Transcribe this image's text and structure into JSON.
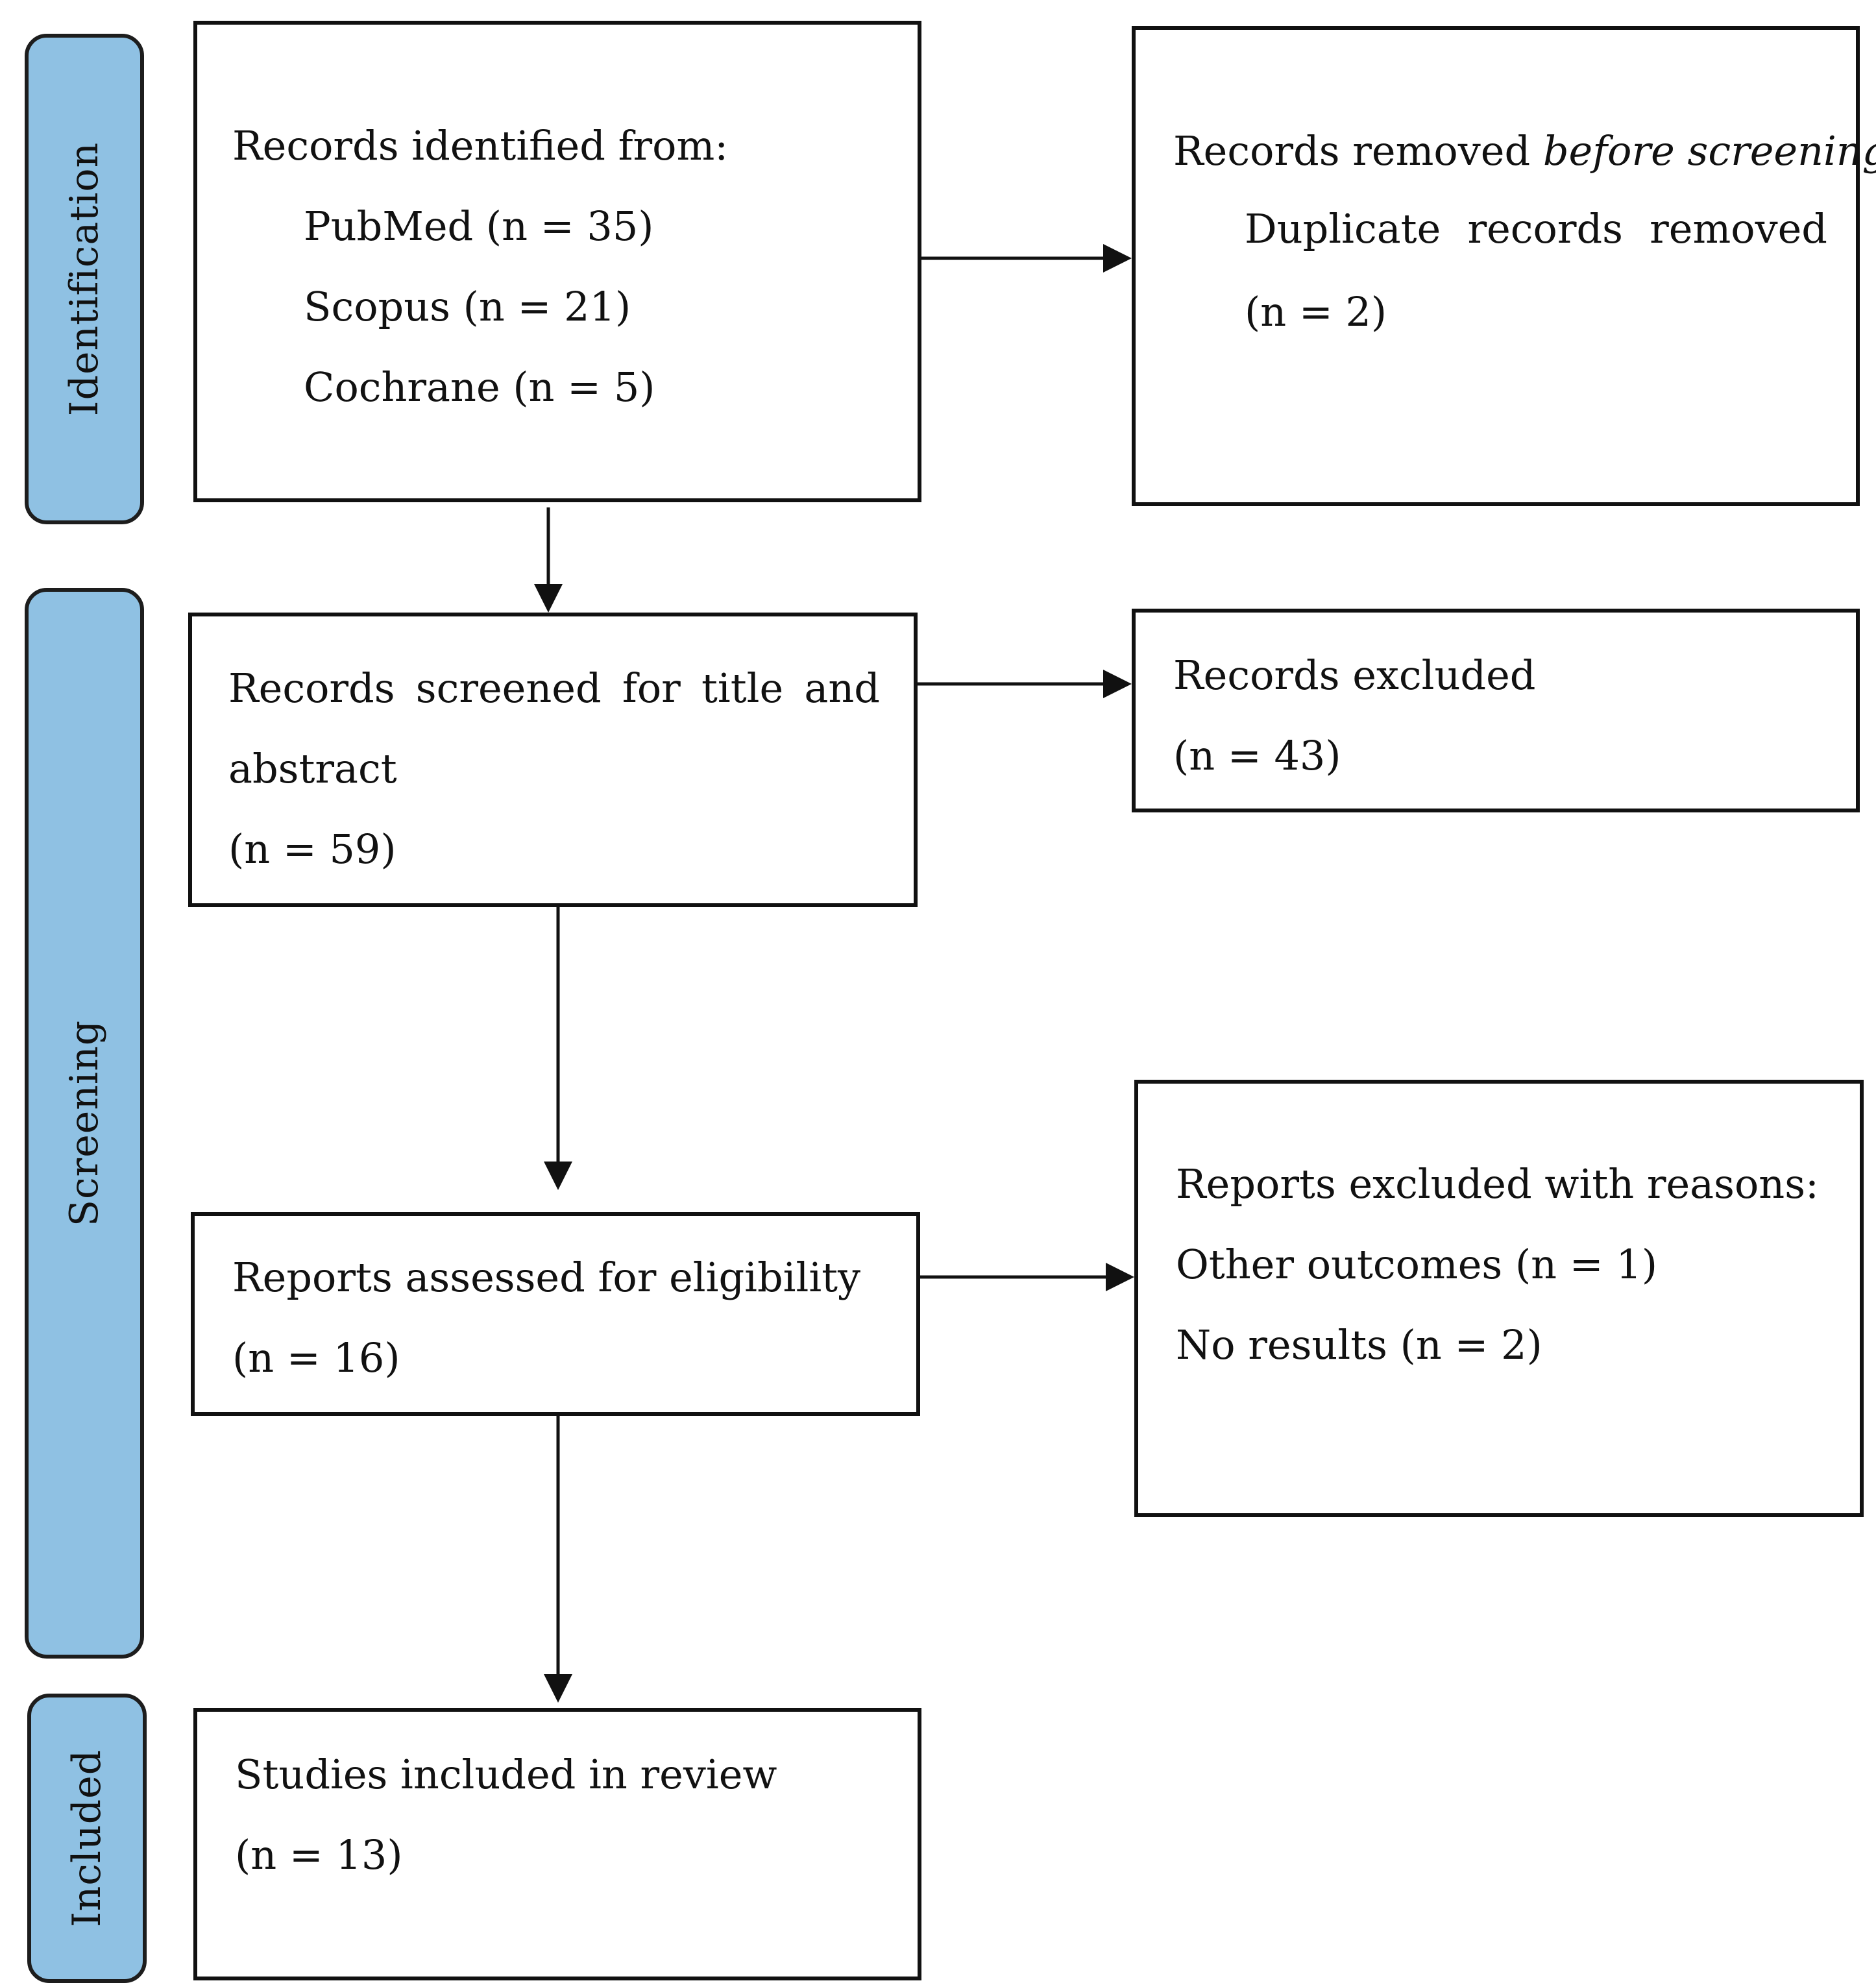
{
  "phases": {
    "identification": "Identification",
    "screening": "Screening",
    "included": "Included"
  },
  "boxes": {
    "identified": {
      "heading": "Records identified from:",
      "sources": [
        "PubMed (n = 35)",
        "Scopus (n = 21)",
        "Cochrane (n = 5)"
      ]
    },
    "removed": {
      "heading_prefix": "Records removed ",
      "heading_italic": "before screening",
      "heading_suffix": ":",
      "line1": "Duplicate records removed",
      "line2": "(n = 2)"
    },
    "screened": {
      "line1": "Records screened for title and",
      "line2": "abstract",
      "line3": "(n = 59)"
    },
    "excluded": {
      "line1": "Records excluded",
      "line2": "(n = 43)"
    },
    "assessed": {
      "line1": "Reports assessed for eligibility",
      "line2": "(n = 16)"
    },
    "reports_excluded": {
      "heading": "Reports excluded with reasons:",
      "reasons": [
        "Other outcomes (n = 1)",
        "No results (n = 2)"
      ]
    },
    "included": {
      "line1": "Studies included in review",
      "line2": "(n = 13)"
    }
  }
}
